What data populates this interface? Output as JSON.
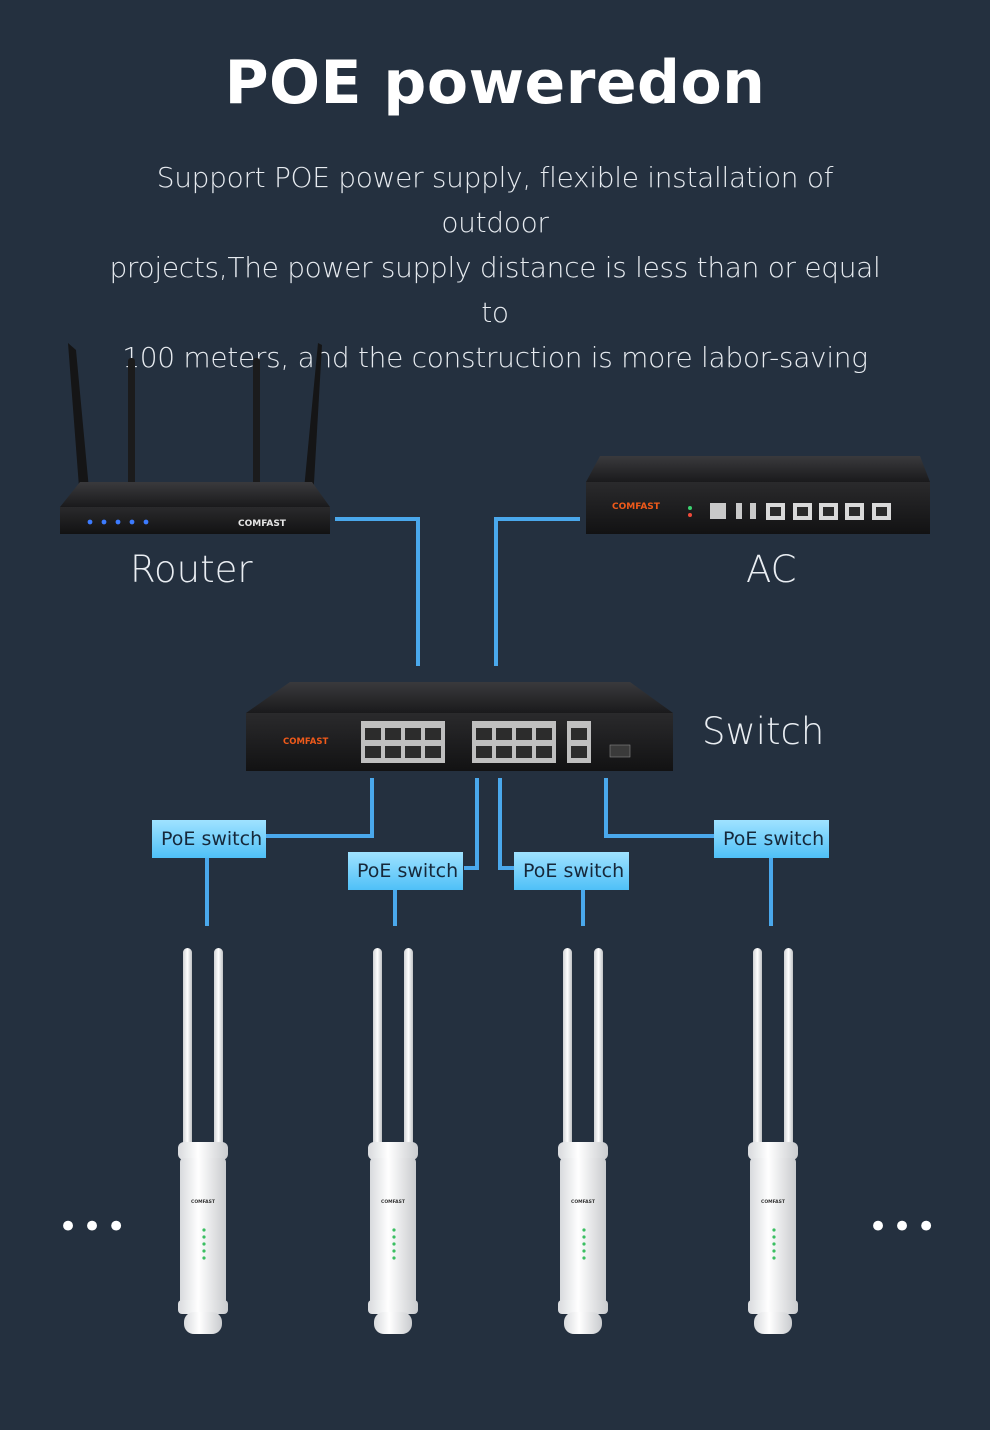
{
  "title": "POE poweredon",
  "subtitle_lines": [
    "Support POE power supply, flexible installation of outdoor",
    "projects,The power supply distance is less than or equal to",
    "100 meters, and the construction is more labor-saving"
  ],
  "devices": {
    "router": {
      "label": "Router",
      "brand": "COMFAST"
    },
    "ac": {
      "label": "AC",
      "brand": "COMFAST"
    },
    "switch": {
      "label": "Switch",
      "brand": "COMFAST"
    }
  },
  "poe_labels": [
    "PoE switch",
    "PoE switch",
    "PoE switch",
    "PoE switch"
  ],
  "access_points": [
    {
      "brand": "COMFAST"
    },
    {
      "brand": "COMFAST"
    },
    {
      "brand": "COMFAST"
    },
    {
      "brand": "COMFAST"
    }
  ],
  "ellipsis_left": "•••",
  "ellipsis_right": "•••",
  "colors": {
    "background": "#24303f",
    "connector": "#4aa8ec",
    "label_gradient_top": "#9fe2ff",
    "label_gradient_bottom": "#4fc0f7",
    "brand_orange": "#f05a1a"
  }
}
